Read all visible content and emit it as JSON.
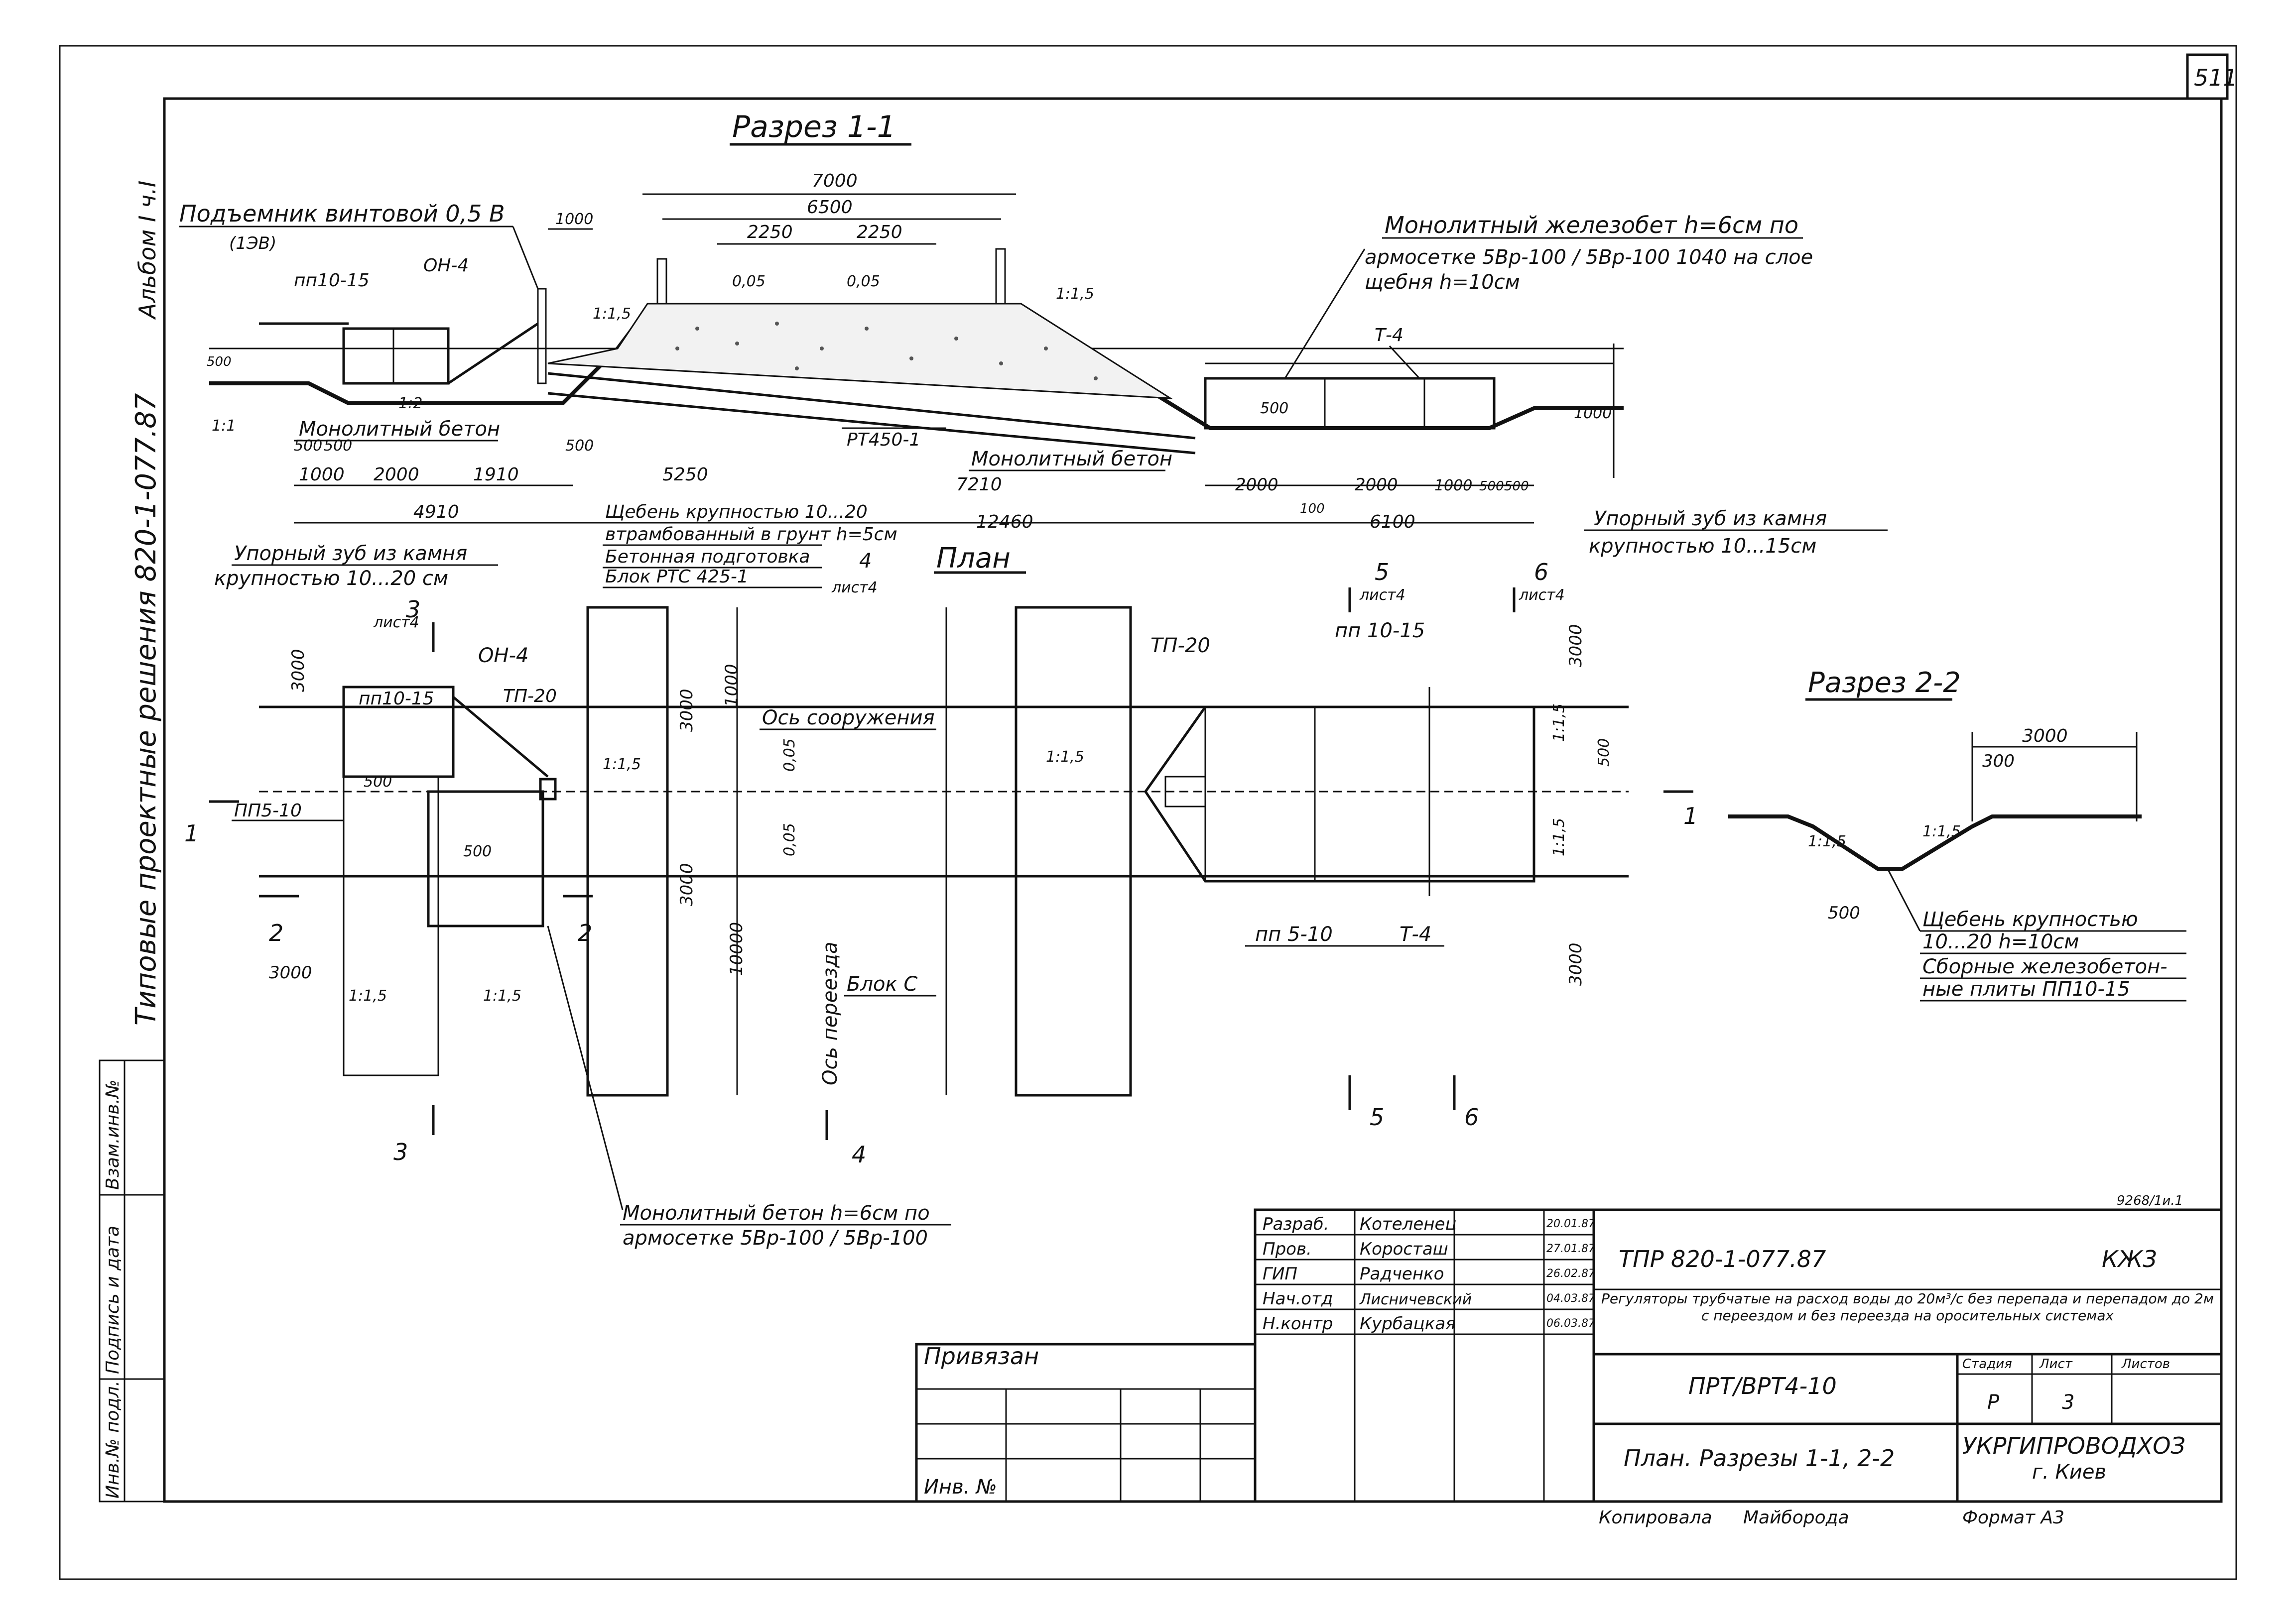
{
  "sheet": {
    "page_number": "511",
    "album_label": "Альбом I  ч.I",
    "series_label": "Типовые проектные решения 820-1-077.87"
  },
  "section_1_1": {
    "title": "Разрез 1-1",
    "hoist_label": "Подъемник винтовой 0,5 В",
    "hoist_code": "(1ЭВ)",
    "monolithic_label": "Монолитный железобет h=6см по",
    "mesh_label": "армосетке 5Вр-100 / 5Вр-100 1040 на слое",
    "gravel_layer": "щебня h=10см",
    "labels": {
      "pp10_15": "пп10-15",
      "on4": "ОН-4",
      "t4": "Т-4",
      "rt450": "РТ450-1",
      "monolith_left": "Монолитный бетон",
      "monolith_right": "Монолитный бетон",
      "slope_1_1": "1:1",
      "slope_1_2": "1:2",
      "slope_1_5": "1:1,5",
      "slope_1_05": "1:1,5",
      "grade_left": "0,05",
      "grade_right": "0,05"
    },
    "dims_top": [
      "7000",
      "6500",
      "2250",
      "2250",
      "1000"
    ],
    "dims_bottom": [
      "500",
      "500",
      "1000",
      "2000",
      "1910",
      "4910",
      "500",
      "5250",
      "7210",
      "12460",
      "2000",
      "2000",
      "1000",
      "500",
      "500",
      "100",
      "6100",
      "500",
      "500",
      "1000"
    ],
    "stone_left": "Упорный зуб из камня",
    "stone_left_size": "крупностью 10...20 см",
    "stone_right": "Упорный зуб из камня",
    "stone_right_size": "крупностью 10...15см",
    "legend_lines": [
      "Щебень крупностью 10...20",
      "втрамбованный в грунт h=5см",
      "Бетонная подготовка",
      "Блок РТС 425-1"
    ],
    "ref_4": "4",
    "ref_4_sheet": "лист4"
  },
  "plan": {
    "title": "План",
    "labels": {
      "pp10_15_left": "пп10-15",
      "on4": "ОН-4",
      "tp20_left": "ТП-20",
      "pp5_10_left": "ПП5-10",
      "axis_structure": "Ось сооружения",
      "axis_crossing": "Ось переезда",
      "block_c": "Блок С",
      "tp20_right": "ТП-20",
      "pp10_15_right": "пп 10-15",
      "pp5_10_right": "пп 5-10",
      "t4": "Т-4",
      "slope_a": "1:1,5",
      "slope_b": "1:1,5",
      "slope_c": "1:1,5",
      "slope_d": "1:1,5",
      "slope_e": "1:1,5",
      "slope_f": "1:1,5",
      "grade_a": "0,05",
      "grade_b": "0,05",
      "dim_500_a": "500",
      "dim_500_b": "500",
      "dim_500_c": "500"
    },
    "dims": [
      "3000",
      "3000",
      "1000",
      "3000",
      "10000",
      "3000",
      "3000",
      "3000"
    ],
    "section_refs": {
      "s1": "1",
      "s1b": "1",
      "s2": "2",
      "s2b": "2",
      "s3": "3",
      "s3_sheet": "лист4",
      "s3b": "3",
      "s4": "4",
      "s5": "5",
      "s5_sheet": "лист4",
      "s5b": "5",
      "s6": "6",
      "s6_sheet": "лист4",
      "s6b": "6"
    },
    "monolith_note": "Монолитный бетон h=6см по",
    "monolith_mesh": "армосетке 5Вр-100 / 5Вр-100"
  },
  "section_2_2": {
    "title": "Разрез 2-2",
    "dim_3000": "3000",
    "dim_300": "300",
    "dim_500": "500",
    "slope_a": "1:1,5",
    "slope_b": "1:1,5",
    "note_lines": [
      "Щебень крупностью",
      "10...20     h=10см",
      "Сборные железобетон-",
      "ные плиты ПП10-15"
    ]
  },
  "title_block": {
    "stamp_code": "9268/1и.1",
    "roles": [
      {
        "role": "Разраб.",
        "name": "Котеленец",
        "date": "20.01.87"
      },
      {
        "role": "Пров.",
        "name": "Короcташ",
        "date": "27.01.87"
      },
      {
        "role": "ГИП",
        "name": "Радченко",
        "date": "26.02.87"
      },
      {
        "role": "Нач.отд",
        "name": "Лисничевский",
        "date": "04.03.87"
      },
      {
        "role": "Н.контр",
        "name": "Курбацкая",
        "date": "06.03.87"
      }
    ],
    "project_code": "ТПР 820-1-077.87",
    "mark": "КЖ3",
    "description": "Регуляторы трубчатые на расход воды до 20м³/с без перепада и перепадом до 2м с переездом и без переезда на оросительных системах",
    "structure": "ПРТ/ВРТ4-10",
    "stage_h": "Стадия",
    "sheet_h": "Лист",
    "sheets_h": "Листов",
    "stage": "Р",
    "sheet": "3",
    "drawing_title": "План. Разрезы 1-1, 2-2",
    "org": "УКРГИПРОВОДХОЗ",
    "city": "г. Киев",
    "attached": "Привязан",
    "inv": "Инв. №",
    "copied": "Копировала",
    "copier": "Майборода",
    "format": "Формат А3"
  },
  "side_stamp": {
    "inv_replace": "Взам.инв.№",
    "sign_date": "Подпись и дата",
    "inv_orig": "Инв.№ подл."
  }
}
